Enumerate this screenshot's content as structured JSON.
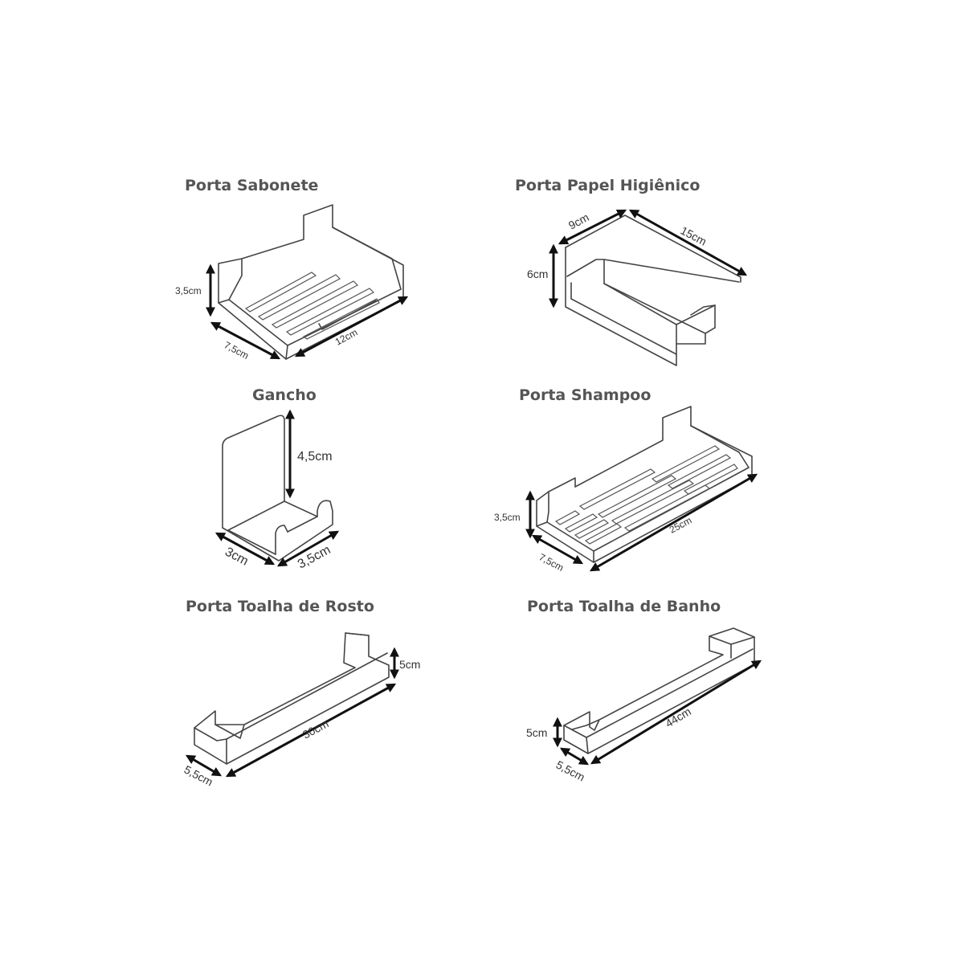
{
  "products": {
    "soap": {
      "title": "Porta Sabonete",
      "height": "3,5cm",
      "depth": "7,5cm",
      "length": "12cm"
    },
    "toilet_paper": {
      "title": "Porta Papel Higiênico",
      "depth": "9cm",
      "length": "15cm",
      "height": "6cm"
    },
    "hook": {
      "title": "Gancho",
      "height": "4,5cm",
      "depth": "3cm",
      "width": "3,5cm"
    },
    "shampoo": {
      "title": "Porta Shampoo",
      "height": "3,5cm",
      "depth": "7,5cm",
      "length": "25cm"
    },
    "face_towel": {
      "title": "Porta Toalha de Rosto",
      "height": "5cm",
      "length": "30cm",
      "depth": "5,5cm"
    },
    "bath_towel": {
      "title": "Porta Toalha de Banho",
      "height": "5cm",
      "length": "44cm",
      "depth": "5,5cm"
    }
  }
}
